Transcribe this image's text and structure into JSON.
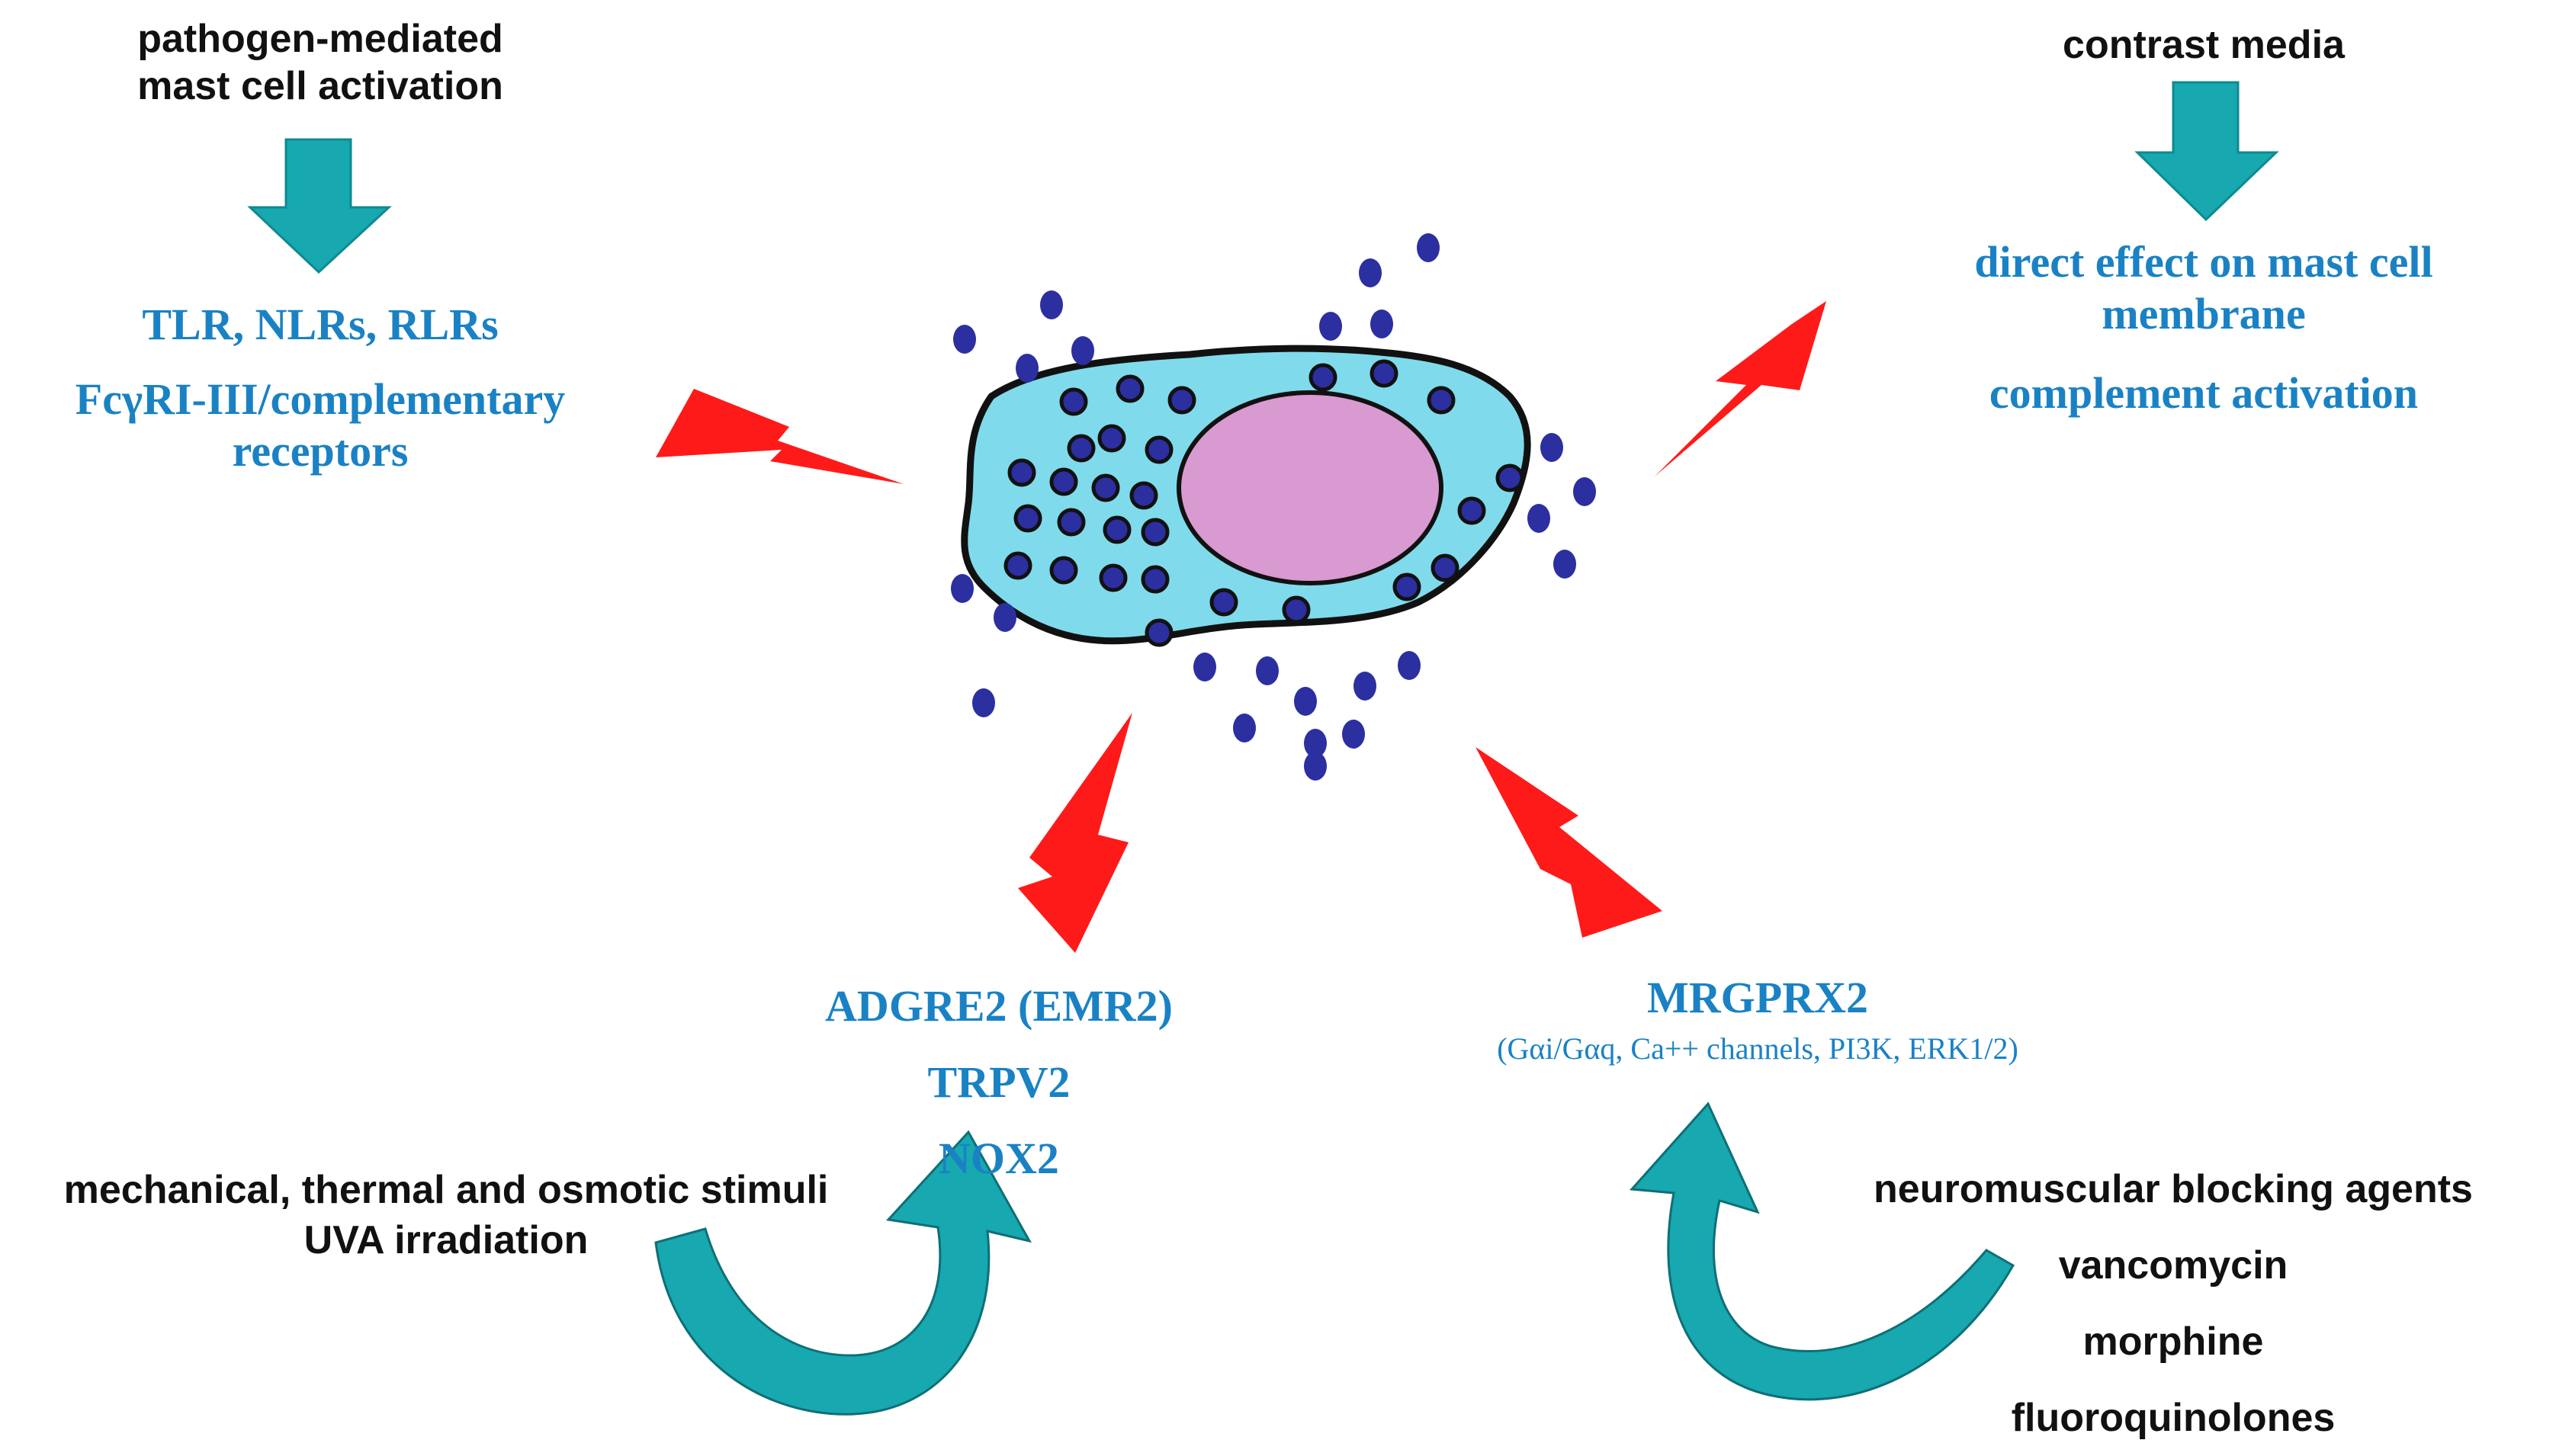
{
  "colors": {
    "label_blue": "#1a82c4",
    "label_black": "#111111",
    "arrow_teal": "#17a8b0",
    "bolt_red": "#ff1a1a",
    "cell_cytoplasm": "#7fdbeb",
    "nucleus": "#d89ad0",
    "granule": "#2b2fa0"
  },
  "top_left": {
    "trigger_line1": "pathogen-mediated",
    "trigger_line2": "mast cell activation",
    "receptor_line1": "TLR, NLRs, RLRs",
    "receptor_line2": "FcγRI-III/complementary",
    "receptor_line3": "receptors"
  },
  "top_right": {
    "trigger": "contrast media",
    "effect_line1": "direct effect on mast cell",
    "effect_line2": "membrane",
    "effect_line3": "complement activation"
  },
  "bottom_left": {
    "receptor_line1": "ADGRE2 (EMR2)",
    "receptor_line2": "TRPV2",
    "receptor_line3": "NOX2",
    "stimulus_line1": "mechanical, thermal and osmotic stimuli",
    "stimulus_line2": "UVA irradiation"
  },
  "bottom_right": {
    "receptor": "MRGPRX2",
    "pathway": "(Gαi/Gαq, Ca++ channels, PI3K, ERK1/2)",
    "agents": [
      "neuromuscular blocking agents",
      "vancomycin",
      "morphine",
      "fluoroquinolones"
    ]
  },
  "icons": [
    "mast-cell-icon",
    "lightning-bolt-icon",
    "down-arrow-icon",
    "curved-arrow-icon",
    "granule-icon"
  ]
}
